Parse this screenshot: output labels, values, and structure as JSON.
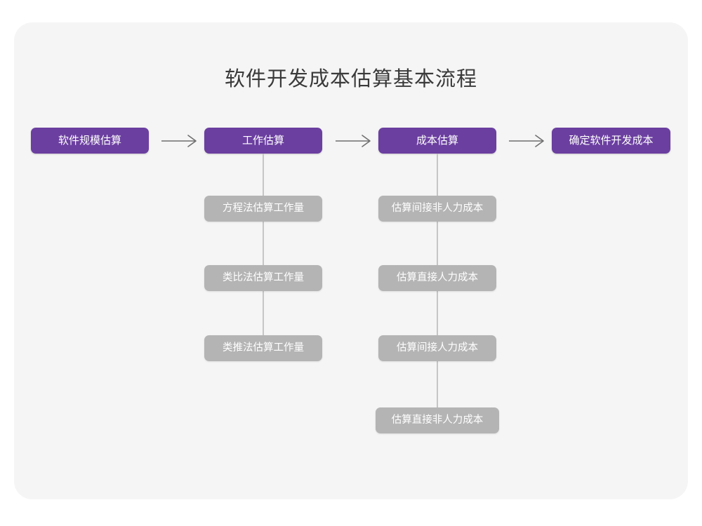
{
  "page": {
    "title": "软件开发成本估算基本流程",
    "background_color": "#ffffff",
    "card_color": "#f5f5f5"
  },
  "theme": {
    "primary_color": "#6b3fa0",
    "secondary_color": "#b4b4b4",
    "connector_color": "#c6c6c6",
    "title_color": "#3a3a3a",
    "node_text_color": "#ffffff"
  },
  "flow": {
    "main_steps": [
      {
        "label": "软件规模估算"
      },
      {
        "label": "工作估算"
      },
      {
        "label": "成本估算"
      },
      {
        "label": "确定软件开发成本"
      }
    ],
    "arrows": [
      {
        "name": "arrow-1",
        "glyph": "→"
      },
      {
        "name": "arrow-2",
        "glyph": "→"
      },
      {
        "name": "arrow-3",
        "glyph": "→"
      }
    ],
    "branch_effort": {
      "parent": "工作估算",
      "items": [
        {
          "label": "方程法估算工作量"
        },
        {
          "label": "类比法估算工作量"
        },
        {
          "label": "类推法估算工作量"
        }
      ]
    },
    "branch_cost": {
      "parent": "成本估算",
      "items": [
        {
          "label": "估算间接非人力成本"
        },
        {
          "label": "估算直接人力成本"
        },
        {
          "label": "估算间接人力成本"
        },
        {
          "label": "估算直接非人力成本"
        }
      ]
    }
  }
}
